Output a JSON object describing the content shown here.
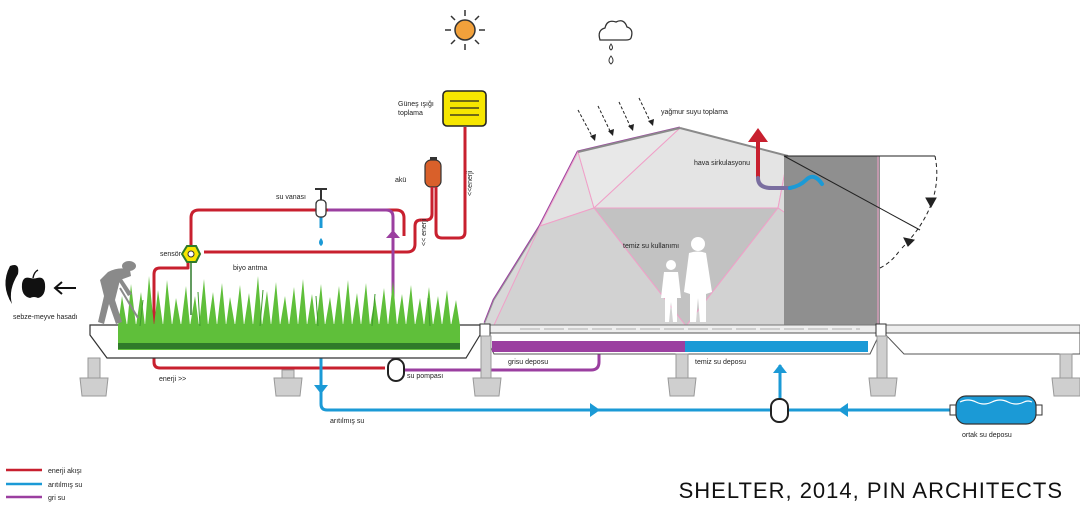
{
  "title": "SHELTER, 2014, PIN ARCHITECTS",
  "colors": {
    "energy": "#c8202f",
    "purified_water": "#1b9ad6",
    "grey_water": "#9b3fa0",
    "grass": "#5fbf3a",
    "soil": "#2f7a2a",
    "dome_fill": "#d8d8d8",
    "panel_yellow": "#f6e600",
    "sun_orange": "#f2a13b",
    "battery": "#d9602a"
  },
  "icons": {
    "sun": "sun-icon",
    "rain_cloud": "rain-cloud-icon",
    "solar_panel": "solar-panel-icon",
    "battery": "battery-icon",
    "tap": "water-tap-icon",
    "sensor": "sensor-icon",
    "gardener": "gardener-icon",
    "fruit": "fruit-icon",
    "people": "people-icon",
    "pump": "pump-icon",
    "tank": "water-tank-icon"
  },
  "labels": {
    "solar_collection": [
      "Güneş ışığı",
      "toplama"
    ],
    "battery": "akü",
    "energy_vertical_1": "<<enerji",
    "energy_vertical_2": "<< enerji",
    "water_valve": "su vanası",
    "sensor": "sensör",
    "bio_cultivation": "biyo antma",
    "harvest": "sebze-meyve hasadı",
    "energy_bottom": "enerji >>",
    "water_pump": "su pompası",
    "purified_water": "arıtılmış su",
    "grey_tank": "grisu deposu",
    "clean_tank": "temiz su deposu",
    "clean_use": "temiz su kullanımı",
    "rain_collection": "yağmur suyu toplama",
    "air_circulation": "hava sirkulasyonu",
    "shared_tank": "ortak su deposu"
  },
  "legend": [
    {
      "label": "enerji akışı",
      "color": "#c8202f"
    },
    {
      "label": "arıtılmış su",
      "color": "#1b9ad6"
    },
    {
      "label": "gri su",
      "color": "#9b3fa0"
    }
  ]
}
